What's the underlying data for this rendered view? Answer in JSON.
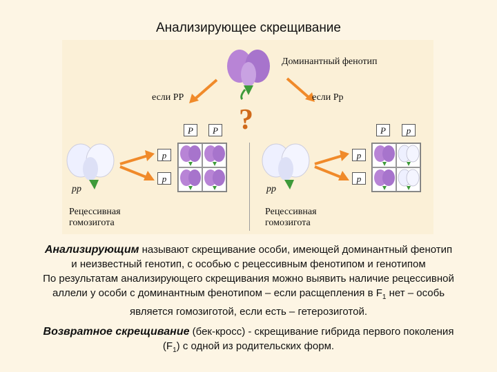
{
  "title": "Анализирующее скрещивание",
  "diagram": {
    "dominant_label": "Доминантный фенотип",
    "left_label": "если PP",
    "right_label": "если Pp",
    "question_mark": "?",
    "left": {
      "columns": [
        "P",
        "P"
      ],
      "rows": [
        "p",
        "p"
      ],
      "genotype": "pp",
      "caption_1": "Рецессивная",
      "caption_2": "гомозигота"
    },
    "right": {
      "columns": [
        "P",
        "p"
      ],
      "rows": [
        "p",
        "p"
      ],
      "genotype": "pp",
      "caption_1": "Рецессивная",
      "caption_2": "гомозигота"
    },
    "colors": {
      "purple": "#b884d6",
      "white": "#eef0ff",
      "arrow": "#f08a2a",
      "leaf": "#3e9a3a"
    }
  },
  "text": {
    "p1_bold": "Анализирующим",
    "p1_rest": " называют скрещивание особи, имеющей доминантный фенотип",
    "p1_line2": "и неизвестный генотип, с особью с рецессивным фенотипом и генотипом",
    "p2_line1": "По результатам анализирующего скрещивания можно выявить наличие рецессивной",
    "p2_line2a": "аллели у особи с доминантным фенотипом – если расщепления в F",
    "p2_sub": "1",
    "p2_line2b": "  нет – особь",
    "p2_line3": "является гомозиготой, если есть – гетерозиготой.",
    "p3_bold": "Возвратное скрещивание",
    "p3_rest": "  (бек-кросс) -  скрещивание гибрида первого поколения",
    "p3_line2a": "(F",
    "p3_sub": "1",
    "p3_line2b": ") с одной из родительских форм."
  }
}
